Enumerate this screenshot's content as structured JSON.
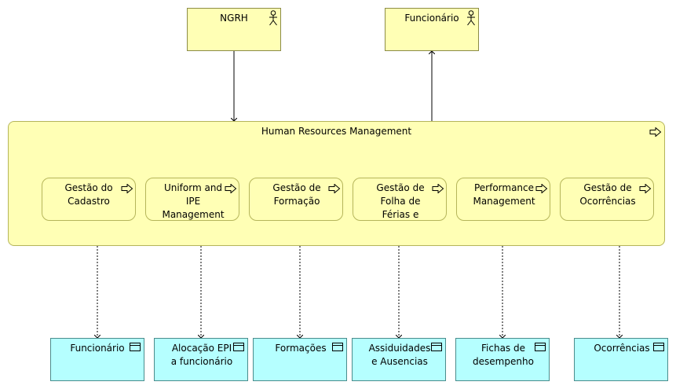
{
  "diagram": {
    "actors": {
      "ngrh": "NGRH",
      "funcionario": "Funcionário"
    },
    "container": {
      "title": "Human Resources Management"
    },
    "functions": [
      "Gestão do Cadastro",
      "Uniform and IPE Management",
      "Gestão de Formação",
      "Gestão de Folha de Férias e",
      "Performance Management",
      "Gestão de Ocorrências"
    ],
    "data_objects": [
      "Funcionário",
      "Alocação EPI a funcionário",
      "Formações",
      "Assiduidades e Ausencias",
      "Fichas de desempenho",
      "Ocorrências"
    ],
    "colors": {
      "business_layer": "#ffffb5",
      "data_object": "#b5ffff"
    },
    "icons": {
      "actor": "actor-icon",
      "function": "function-arrow-icon",
      "data_object": "data-object-icon"
    }
  }
}
